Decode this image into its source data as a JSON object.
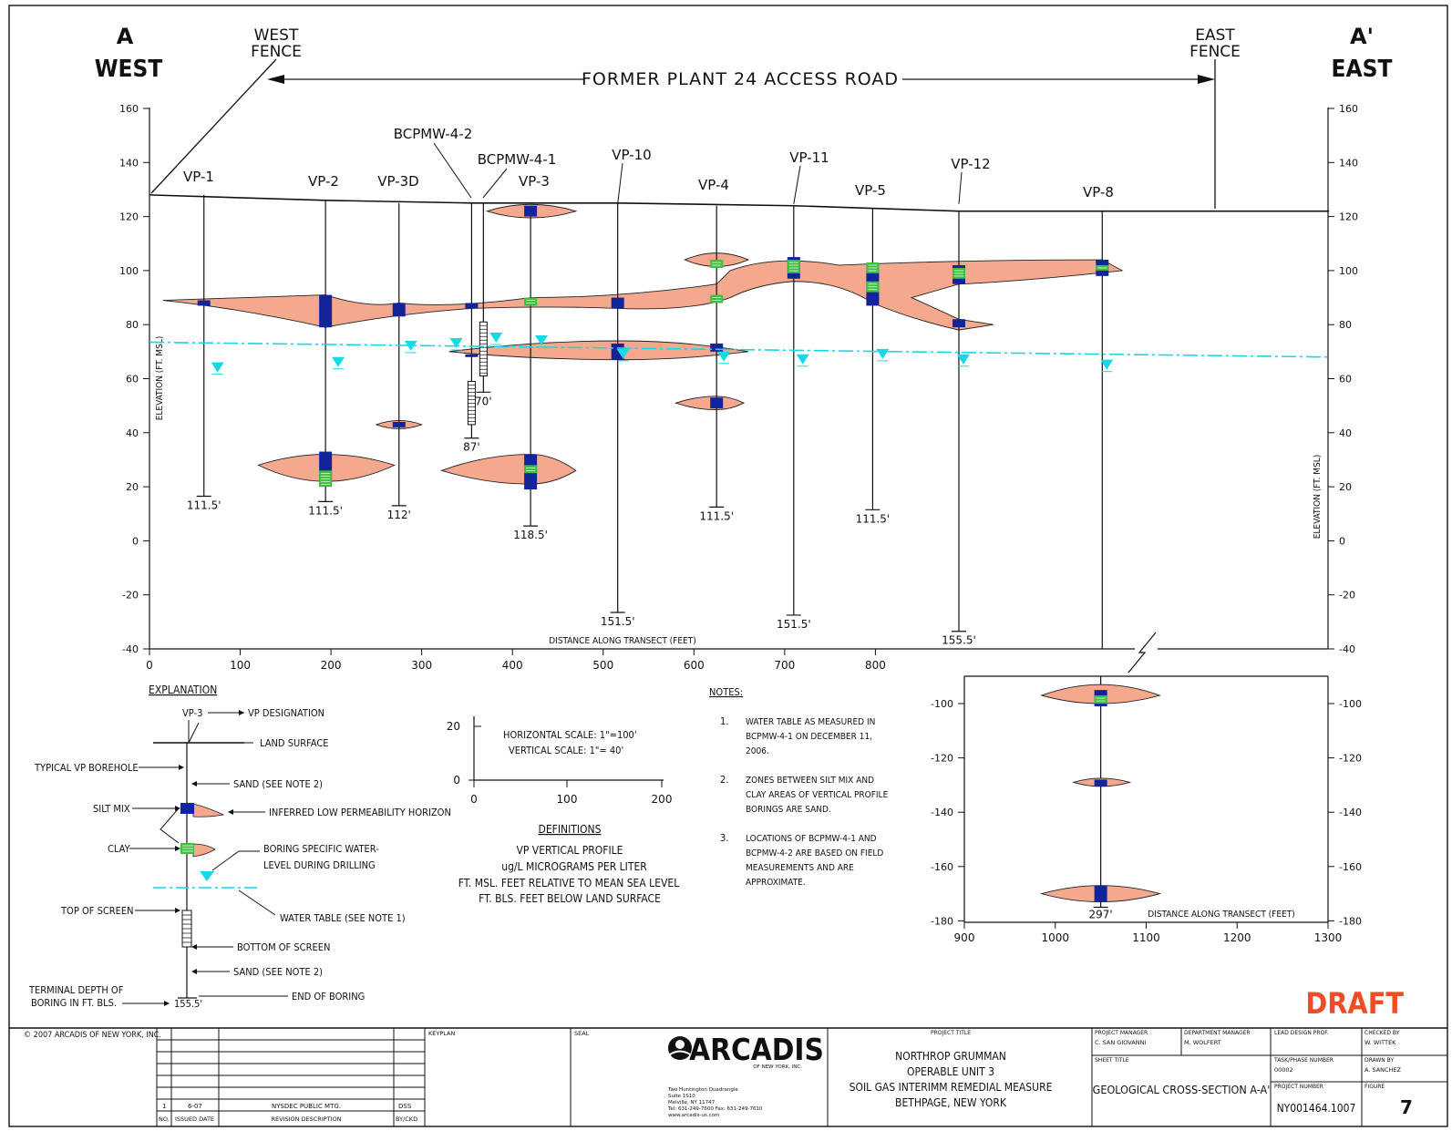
{
  "section": {
    "left_end": "A",
    "left_dir": "WEST",
    "right_end": "A'",
    "right_dir": "EAST",
    "west_fence": [
      "WEST",
      "FENCE"
    ],
    "east_fence": [
      "EAST",
      "FENCE"
    ],
    "road": "FORMER PLANT 24 ACCESS ROAD"
  },
  "main_plot": {
    "x_label": "DISTANCE ALONG TRANSECT (FEET)",
    "y_label": "ELEVATION (FT. MSL)",
    "x_ticks": [
      "0",
      "100",
      "200",
      "300",
      "400",
      "500",
      "600",
      "700",
      "800"
    ],
    "y_ticks": [
      "160",
      "140",
      "120",
      "100",
      "80",
      "60",
      "40",
      "20",
      "0",
      "-20",
      "-40"
    ],
    "x_range": [
      0,
      1300
    ],
    "y_range": [
      -40,
      160
    ]
  },
  "colors": {
    "zone_fill": "#f4a98f",
    "silt_mix": "#13249a",
    "clay": "#3fbf3f",
    "water": "#15d9e6"
  },
  "borings": [
    {
      "id": "VP-1",
      "x": 60,
      "top": 128,
      "depth": "111.5'"
    },
    {
      "id": "VP-2",
      "x": 194,
      "top": 126,
      "depth": "111.5'"
    },
    {
      "id": "VP-3D",
      "x": 275,
      "top": 125,
      "depth": "112'"
    },
    {
      "id": "BCPMW-4-2",
      "x": 355,
      "top": 125,
      "depth": "87'"
    },
    {
      "id": "BCPMW-4-1",
      "x": 368,
      "top": 125,
      "depth": "70'"
    },
    {
      "id": "VP-3",
      "x": 420,
      "top": 124,
      "depth": "118.5'"
    },
    {
      "id": "VP-10",
      "x": 516,
      "top": 125,
      "depth": "151.5'"
    },
    {
      "id": "VP-4",
      "x": 625,
      "top": 124,
      "depth": "111.5'"
    },
    {
      "id": "VP-11",
      "x": 710,
      "top": 124,
      "depth": "151.5'"
    },
    {
      "id": "VP-5",
      "x": 797,
      "top": 123,
      "depth": "111.5'"
    },
    {
      "id": "VP-12",
      "x": 892,
      "top": 122,
      "depth": "155.5'"
    },
    {
      "id": "VP-8",
      "x": 1050,
      "top": 122,
      "depth": "297'"
    }
  ],
  "inset_plot": {
    "x_ticks": [
      "900",
      "1000",
      "1100",
      "1200",
      "1300"
    ],
    "y_ticks": [
      "-100",
      "-120",
      "-140",
      "-160",
      "-180"
    ],
    "x_label": "DISTANCE ALONG TRANSECT (FEET)",
    "boring_depth": "297'"
  },
  "explanation": {
    "title": "EXPLANATION",
    "vp_label": "VP-3",
    "items": [
      "VP DESIGNATION",
      "LAND SURFACE",
      "TYPICAL VP BOREHOLE",
      "SAND (SEE NOTE 2)",
      "SILT MIX",
      "INFERRED LOW PERMEABILITY HORIZON",
      "CLAY",
      "BORING SPECIFIC WATER-",
      "LEVEL DURING DRILLING",
      "WATER TABLE (SEE NOTE 1)",
      "TOP OF SCREEN",
      "BOTTOM OF SCREEN",
      "SAND (SEE NOTE 2)",
      "TERMINAL DEPTH OF",
      "BORING IN FT. BLS.",
      "END OF BORING"
    ],
    "depth_example": "155.5'"
  },
  "scale": {
    "ticks": [
      "20",
      "0",
      "0",
      "100",
      "200"
    ],
    "horizontal": "HORIZONTAL SCALE: 1\"=100'",
    "vertical": "VERTICAL SCALE: 1\"= 40'"
  },
  "definitions": {
    "title": "DEFINITIONS",
    "lines": [
      "VP   VERTICAL PROFILE",
      "ug/L  MICROGRAMS PER LITER",
      "FT. MSL.   FEET RELATIVE TO MEAN SEA LEVEL",
      "FT. BLS.   FEET BELOW LAND SURFACE"
    ]
  },
  "notes": {
    "title": "NOTES:",
    "items": [
      {
        "num": "1.",
        "lines": [
          "WATER TABLE AS MEASURED IN",
          "BCPMW-4-1 ON DECEMBER 11,",
          "2006."
        ]
      },
      {
        "num": "2.",
        "lines": [
          "ZONES BETWEEN SILT MIX AND",
          "CLAY AREAS OF VERTICAL PROFILE",
          "BORINGS ARE SAND."
        ]
      },
      {
        "num": "3.",
        "lines": [
          "LOCATIONS OF BCPMW-4-1 AND",
          "BCPMW-4-2 ARE BASED ON FIELD",
          "MEASUREMENTS AND ARE",
          "APPROXIMATE."
        ]
      }
    ]
  },
  "draft": "DRAFT",
  "title_block": {
    "copyright": "© 2007 ARCADIS OF NEW YORK, INC.",
    "revision_row": [
      "1",
      "6-07",
      "NYSDEC PUBLIC MTG.",
      "DSS"
    ],
    "revision_headers": [
      "NO.",
      "ISSUED DATE",
      "REVISION DESCRIPTION",
      "BY/CKD"
    ],
    "keyplan": "KEYPLAN",
    "seal": "SEAL",
    "logo": "ARCADIS",
    "logo_sub": "OF NEW YORK, INC.",
    "address": [
      "Two Huntington Quadrangle",
      "Suite 1S10",
      "Melville, NY 11747",
      "Tel: 631-249-7600  Fax: 631-249-7610",
      "www.arcadis-us.com"
    ],
    "project_title_label": "PROJECT TITLE",
    "project_title": [
      "NORTHROP GRUMMAN",
      "OPERABLE UNIT 3",
      "SOIL GAS INTERIMM REMEDIAL MEASURE",
      "BETHPAGE, NEW YORK"
    ],
    "project_manager_label": "PROJECT MANAGER",
    "project_manager": "C. SAN GIOVANNI",
    "department_manager_label": "DEPARTMENT MANAGER",
    "department_manager": "M. WOLFERT",
    "lead_design_label": "LEAD DESIGN PROF.",
    "checked_by_label": "CHECKED BY",
    "checked_by": "W. WITTEK",
    "sheet_title_label": "SHEET TITLE",
    "sheet_title": "GEOLOGICAL CROSS-SECTION A-A'",
    "task_label": "TASK/PHASE NUMBER",
    "task": "00002",
    "drawn_by_label": "DRAWN BY",
    "drawn_by": "A. SANCHEZ",
    "project_number_label": "PROJECT NUMBER",
    "project_number": "NY001464.1007",
    "figure_label": "FIGURE",
    "figure": "7"
  }
}
